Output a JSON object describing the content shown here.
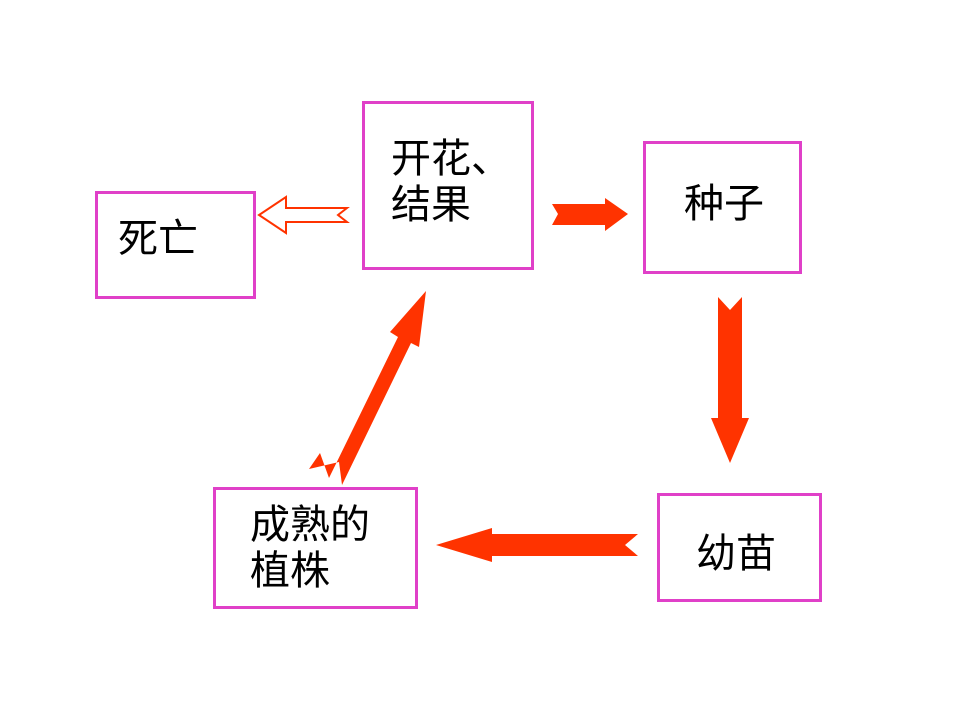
{
  "nodes": {
    "death": {
      "lines": [
        "死亡"
      ]
    },
    "flowering": {
      "lines": [
        "开花、",
        "结果"
      ]
    },
    "seed": {
      "lines": [
        "种子"
      ]
    },
    "seedling": {
      "lines": [
        "幼苗"
      ]
    },
    "mature_plant": {
      "lines": [
        "成熟的",
        "植株"
      ]
    }
  },
  "colors": {
    "box_border": "#e040c8",
    "arrow_fill": "#ff3300",
    "arrow_outline": "#ff3300"
  },
  "edges": [
    {
      "from": "flowering",
      "to": "seed",
      "style": "solid"
    },
    {
      "from": "seed",
      "to": "seedling",
      "style": "solid"
    },
    {
      "from": "seedling",
      "to": "mature_plant",
      "style": "solid"
    },
    {
      "from": "mature_plant",
      "to": "flowering",
      "style": "solid"
    },
    {
      "from": "flowering",
      "to": "death",
      "style": "hollow"
    }
  ]
}
